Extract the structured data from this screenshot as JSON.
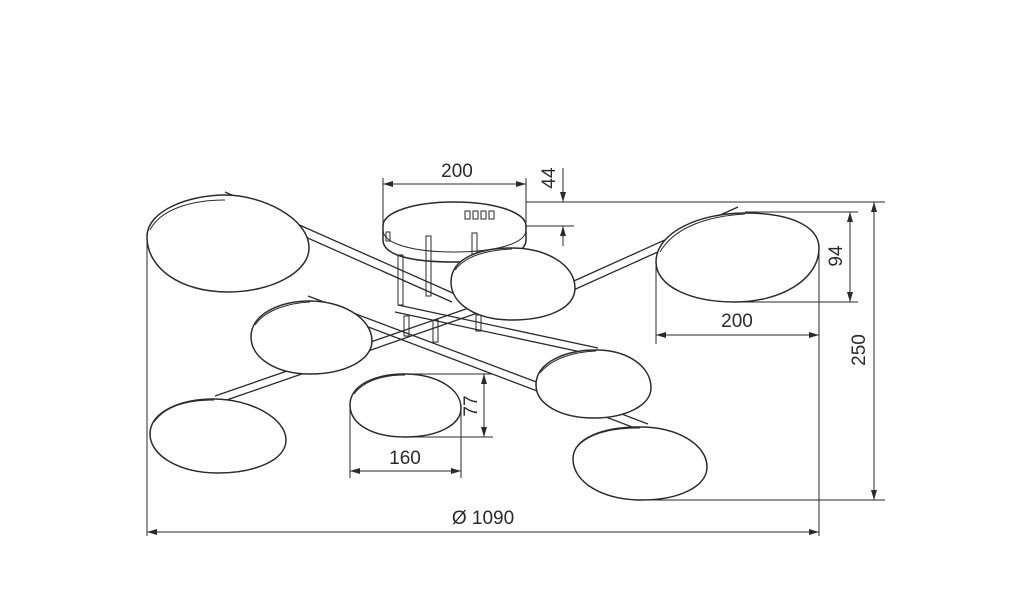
{
  "dimensions": {
    "canopy_diameter": "200",
    "canopy_height": "44",
    "big_shade_diameter": "200",
    "big_shade_height": "94",
    "small_shade_diameter": "160",
    "small_shade_height": "77",
    "total_height": "250",
    "total_diameter": "Ø 1090"
  },
  "colors": {
    "line": "#2a2a2a",
    "background": "#ffffff"
  }
}
